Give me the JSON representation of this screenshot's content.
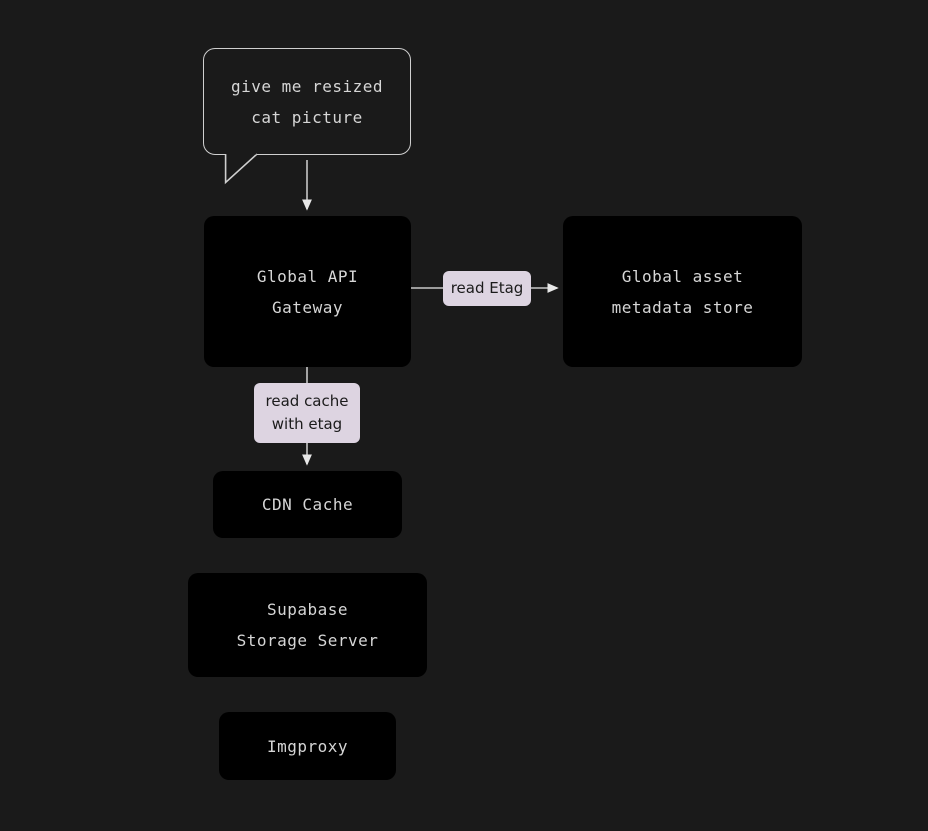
{
  "diagram": {
    "background_color": "#1a1a1a",
    "node_fill_color": "#000000",
    "node_text_color": "#d6d6d6",
    "edge_color": "#d0d0d0",
    "label_fill_color": "#ddd4e1",
    "label_text_color": "#1b1b1b",
    "bubble_border_color": "#cfcfcf"
  },
  "bubble": {
    "line1": "give me resized",
    "line2": "cat picture"
  },
  "nodes": [
    {
      "id": "global-api-gateway",
      "line1": "Global API",
      "line2": "Gateway"
    },
    {
      "id": "global-asset-metadata-store",
      "line1": "Global asset",
      "line2": "metadata store"
    },
    {
      "id": "cdn-cache",
      "line1": "CDN Cache",
      "line2": ""
    },
    {
      "id": "supabase-storage-server",
      "line1": "Supabase",
      "line2": "Storage Server"
    },
    {
      "id": "imgproxy",
      "line1": "Imgproxy",
      "line2": ""
    }
  ],
  "edge_labels": [
    {
      "id": "read-etag",
      "line1": "read Etag",
      "line2": ""
    },
    {
      "id": "read-cache-with-etag",
      "line1": "read cache",
      "line2": "with etag"
    }
  ]
}
